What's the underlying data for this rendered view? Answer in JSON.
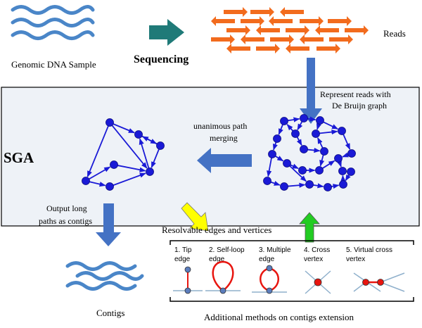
{
  "top": {
    "sample_label": "Genomic DNA Sample",
    "sequencing_label": "Sequencing",
    "reads_label": "Reads"
  },
  "sga_box": {
    "title": "SGA",
    "represent_line1": "Represent reads with",
    "represent_line2": "De Bruijn graph",
    "merge_line1": "unanimous path",
    "merge_line2": "merging"
  },
  "bottom": {
    "output_line1": "Output  long",
    "output_line2": "paths as contigs",
    "contigs_label": "Contigs",
    "resolvable_label": "Resolvable edges and vertices",
    "additional_label": "Additional  methods on contigs extension",
    "methods": [
      {
        "line1": "1. Tip",
        "line2": "edge"
      },
      {
        "line1": "2. Self-loop",
        "line2": "edge"
      },
      {
        "line1": "3. Multiple",
        "line2": "edge"
      },
      {
        "line1": "4. Cross",
        "line2": "vertex"
      },
      {
        "line1": "5. Virtual cross",
        "line2": "vertex"
      }
    ]
  },
  "colors": {
    "dna_wave": "#4a86c8",
    "read_arrow": "#f26b1d",
    "teal_arrow": "#1f7a78",
    "flow_arrow": "#4472c4",
    "graph": "#1a1ad6",
    "box_fill": "#eef2f7",
    "yellow_arrow": "#ffff00",
    "green_arrow": "#22cc22",
    "edge_red": "#e8150f"
  }
}
